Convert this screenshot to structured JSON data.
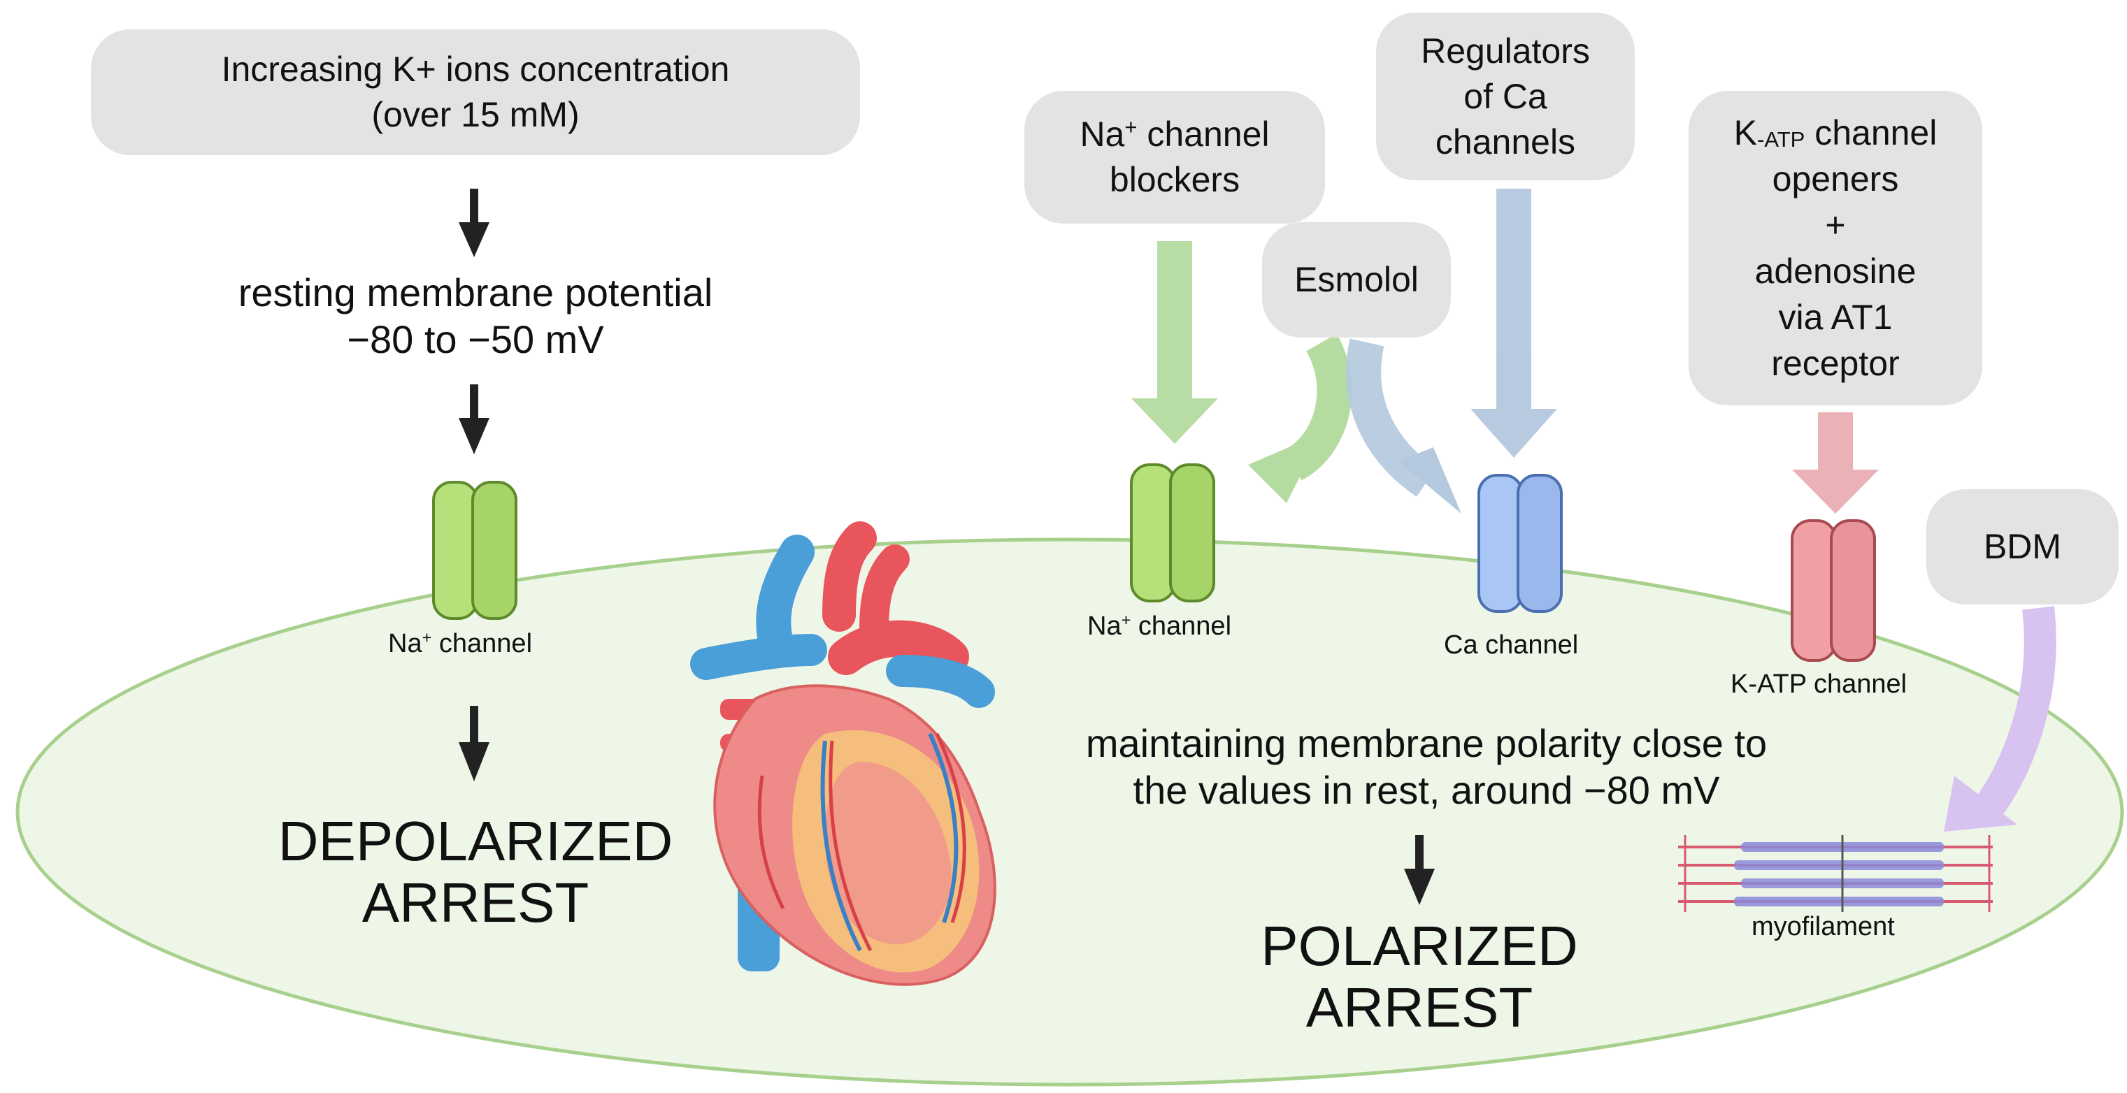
{
  "left": {
    "k_box_line1": "Increasing K+ ions concentration",
    "k_box_line2": "(over 15 mM)",
    "rmp_line1": "resting membrane potential",
    "rmp_line2": "−80 to −50 mV",
    "na_channel_label_main": "Na",
    "na_channel_label_sup": "+",
    "na_channel_label_rest": " channel",
    "result_line1": "DEPOLARIZED",
    "result_line2": "ARREST"
  },
  "right": {
    "na_blockers_line1_main": "Na",
    "na_blockers_line1_sup": "+",
    "na_blockers_line1_rest": " channel",
    "na_blockers_line2": "blockers",
    "ca_reg_line1": "Regulators",
    "ca_reg_line2": "of Ca",
    "ca_reg_line3": "channels",
    "esmolol": "Esmolol",
    "katp_line1_k": "K",
    "katp_line1_sub": "-ATP",
    "katp_line1_rest": " channel",
    "katp_line2": "openers",
    "katp_line3": "+",
    "katp_line4": "adenosine",
    "katp_line5": "via AT1",
    "katp_line6": "receptor",
    "bdm": "BDM",
    "na_channel_label_main": "Na",
    "na_channel_label_sup": "+",
    "na_channel_label_rest": " channel",
    "ca_channel_label": "Ca channel",
    "katp_channel_label": "K-ATP channel",
    "myofilament_label": "myofilament",
    "polarity_line1": "maintaining membrane polarity close to",
    "polarity_line2": "the values in rest, around −80 mV",
    "result_line1": "POLARIZED",
    "result_line2": "ARREST"
  },
  "colors": {
    "box_fill": "#e3e3e3",
    "ellipse_fill": "#eef6e8",
    "ellipse_stroke": "#a8d08d",
    "na_channel": "#b5e07a",
    "ca_channel": "#a9c6f5",
    "katp_channel": "#f0a0a4",
    "arrow_green": "#b5dca0",
    "arrow_blue": "#b4c8de",
    "arrow_pink": "#eab2b6",
    "arrow_purple": "#d8c2f0"
  }
}
